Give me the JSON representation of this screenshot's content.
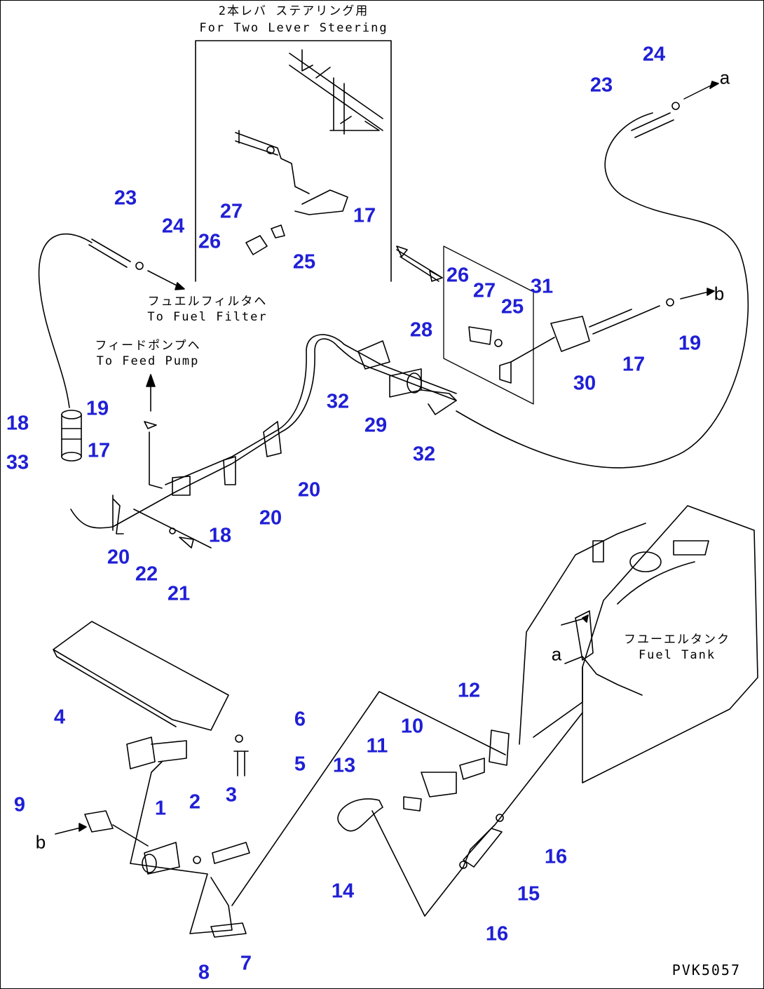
{
  "notes": {
    "two_lever_steering_jp": "2本レバ ステアリング用",
    "two_lever_steering_en": "For Two Lever Steering",
    "fuel_filter_jp": "フュエルフィルタヘ",
    "fuel_filter_en": "To Fuel Filter",
    "feed_pump_jp": "フィードポンプヘ",
    "feed_pump_en": "To Feed Pump",
    "fuel_tank_jp": "フユーエルタンク",
    "fuel_tank_en": "Fuel Tank"
  },
  "refs": {
    "a": "a",
    "b": "b"
  },
  "drawing_code": "PVK5057",
  "callout_color": "#1f1fd6",
  "callouts": [
    {
      "id": "c24a",
      "label": "24"
    },
    {
      "id": "c23a",
      "label": "23"
    },
    {
      "id": "c23b",
      "label": "23"
    },
    {
      "id": "c24b",
      "label": "24"
    },
    {
      "id": "c27a",
      "label": "27"
    },
    {
      "id": "c17a",
      "label": "17"
    },
    {
      "id": "c26a",
      "label": "26"
    },
    {
      "id": "c25a",
      "label": "25"
    },
    {
      "id": "c26b",
      "label": "26"
    },
    {
      "id": "c27b",
      "label": "27"
    },
    {
      "id": "c25b",
      "label": "25"
    },
    {
      "id": "c31",
      "label": "31"
    },
    {
      "id": "c19a",
      "label": "19"
    },
    {
      "id": "c17b",
      "label": "17"
    },
    {
      "id": "c30",
      "label": "30"
    },
    {
      "id": "c28",
      "label": "28"
    },
    {
      "id": "c32a",
      "label": "32"
    },
    {
      "id": "c29",
      "label": "29"
    },
    {
      "id": "c32b",
      "label": "32"
    },
    {
      "id": "c18a",
      "label": "18"
    },
    {
      "id": "c33",
      "label": "33"
    },
    {
      "id": "c19b",
      "label": "19"
    },
    {
      "id": "c17c",
      "label": "17"
    },
    {
      "id": "c20a",
      "label": "20"
    },
    {
      "id": "c20b",
      "label": "20"
    },
    {
      "id": "c18b",
      "label": "18"
    },
    {
      "id": "c20c",
      "label": "20"
    },
    {
      "id": "c22",
      "label": "22"
    },
    {
      "id": "c21",
      "label": "21"
    },
    {
      "id": "c12",
      "label": "12"
    },
    {
      "id": "c4",
      "label": "4"
    },
    {
      "id": "c6",
      "label": "6"
    },
    {
      "id": "c10",
      "label": "10"
    },
    {
      "id": "c11",
      "label": "11"
    },
    {
      "id": "c5",
      "label": "5"
    },
    {
      "id": "c13",
      "label": "13"
    },
    {
      "id": "c9",
      "label": "9"
    },
    {
      "id": "c1",
      "label": "1"
    },
    {
      "id": "c2",
      "label": "2"
    },
    {
      "id": "c3",
      "label": "3"
    },
    {
      "id": "c16a",
      "label": "16"
    },
    {
      "id": "c14",
      "label": "14"
    },
    {
      "id": "c15",
      "label": "15"
    },
    {
      "id": "c16b",
      "label": "16"
    },
    {
      "id": "c8",
      "label": "8"
    },
    {
      "id": "c7",
      "label": "7"
    }
  ]
}
